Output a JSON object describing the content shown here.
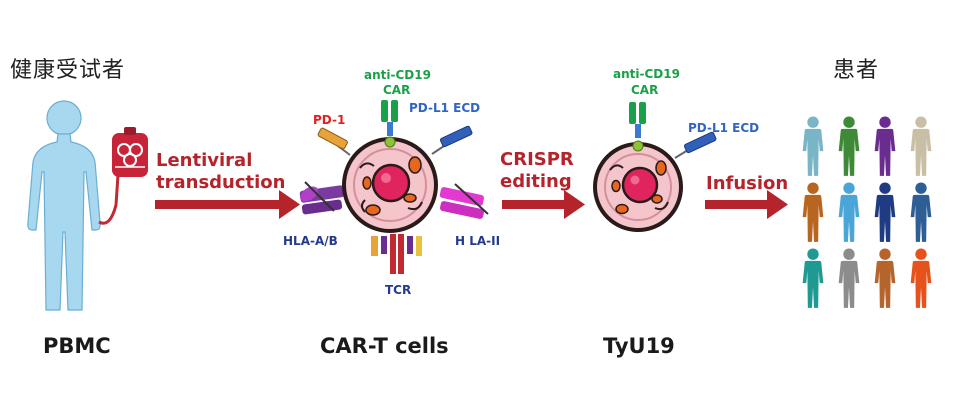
{
  "donor_label": "健康受试者",
  "patient_label": "患者",
  "pbmc_label": "PBMC",
  "cart_label": "CAR-T cells",
  "tyu_label": "TyU19",
  "steps": {
    "lentiviral": [
      "Lentiviral",
      "transduction"
    ],
    "crispr": [
      "CRISPR",
      "editing"
    ],
    "infusion": "Infusion"
  },
  "markers": {
    "car1": [
      "anti-CD19",
      "CAR"
    ],
    "car2": [
      "anti-CD19",
      "CAR"
    ],
    "pd1": "PD-1",
    "pdl1_1": "PD-L1 ECD",
    "pdl1_2": "PD-L1 ECD",
    "hla_ab": "HLA-A/B",
    "hla_ii": "H LA-II",
    "tcr": "TCR"
  },
  "colors": {
    "arrow": "#b5232b",
    "cell_fill": "#f4c5cb",
    "cell_border": "#2a1a1a",
    "nucleus": "#e0245e",
    "human": "#a8d8ef"
  },
  "patients": [
    "#79b5c6",
    "#3f8a36",
    "#6a2c8e",
    "#c9bfa4",
    "#b8651f",
    "#4ba6d8",
    "#1e3b84",
    "#2e5e96",
    "#1f9a92",
    "#8c8c8c",
    "#b5652b",
    "#e6521c"
  ]
}
